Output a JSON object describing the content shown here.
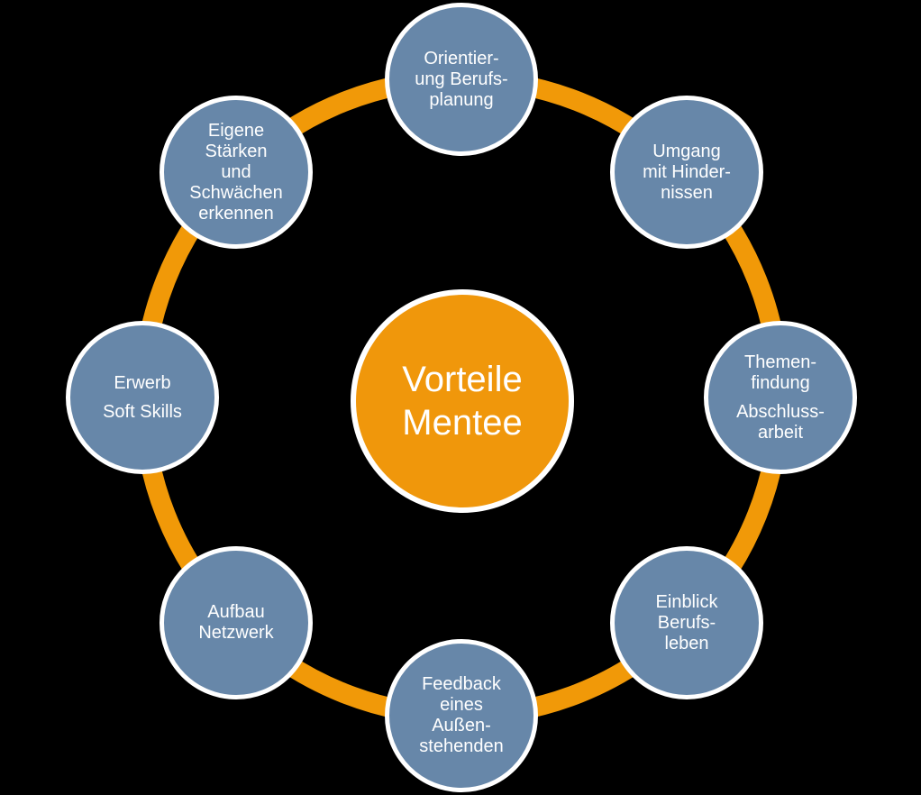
{
  "diagram": {
    "type": "circular-cycle-diagram",
    "background_color": "#000000",
    "colors": {
      "ring": "#F19908",
      "center_fill": "#F0970B",
      "node_fill": "#6787A9",
      "border": "#FFFFFF",
      "text": "#FFFFFF"
    },
    "center": {
      "label": "Vorteile\nMentee"
    },
    "nodes": [
      {
        "id": "orientierung-berufsplanung",
        "position": "top",
        "text": "Orientier-\nung Berufs-\nplanung"
      },
      {
        "id": "umgang-mit-hindernissen",
        "position": "top-right",
        "text": "Umgang\nmit Hinder-\nnissen"
      },
      {
        "id": "themenfindung-abschlussarbeit",
        "position": "right",
        "paragraphs": [
          "Themen-\nfindung",
          "Abschluss-\narbeit"
        ]
      },
      {
        "id": "einblick-berufsleben",
        "position": "bottom-right",
        "text": "Einblick\nBerufs-\nleben"
      },
      {
        "id": "feedback-aussenstehenden",
        "position": "bottom",
        "text": "Feedback\neines\nAußen-\nstehenden"
      },
      {
        "id": "aufbau-netzwerk",
        "position": "bottom-left",
        "text": "Aufbau\nNetzwerk"
      },
      {
        "id": "erwerb-soft-skills",
        "position": "left",
        "paragraphs": [
          "Erwerb",
          "Soft Skills"
        ]
      },
      {
        "id": "eigene-staerken-schwaechen-erkennen",
        "position": "top-left",
        "text": "Eigene\nStärken\nund\nSchwächen\nerkennen"
      }
    ]
  }
}
